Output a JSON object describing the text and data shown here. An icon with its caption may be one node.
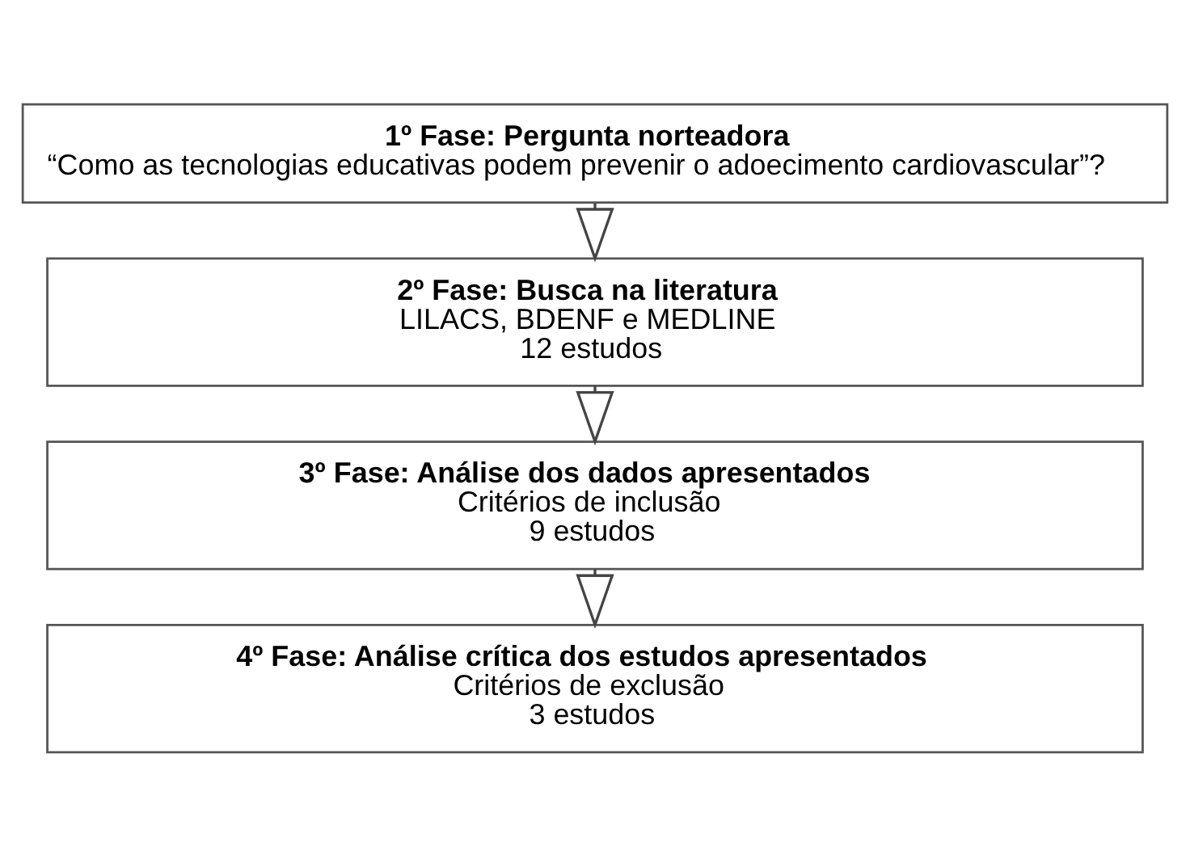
{
  "diagram": {
    "nodes": [
      {
        "text": [
          "1º Fase: Pergunta norteadora",
          "“Como as tecnologias educativas podem prevenir o adoecimento cardiovascular”?"
        ]
      },
      {
        "text": [
          "2º Fase: Busca na literatura",
          "LILACS, BDENF e MEDLINE",
          "12 estudos"
        ]
      },
      {
        "text": [
          "3º Fase: Análise dos dados apresentados",
          "Critérios de inclusão",
          "9 estudos"
        ]
      },
      {
        "text": [
          "4º Fase: Análise crítica dos estudos apresentados",
          "Critérios de exclusão",
          "3 estudos"
        ]
      }
    ],
    "edges": [
      {
        "from": 0,
        "to": 1,
        "arrow": "to"
      },
      {
        "from": 1,
        "to": 2,
        "arrow": "to"
      },
      {
        "from": 2,
        "to": 3,
        "arrow": "to"
      }
    ]
  }
}
